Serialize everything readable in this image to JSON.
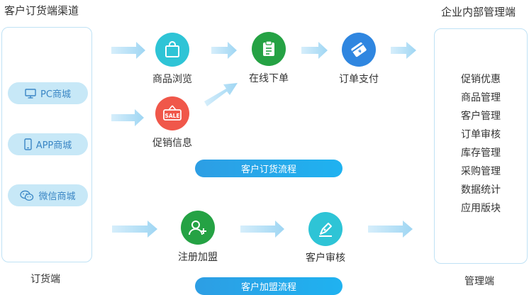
{
  "left_title": "客户订货端渠道",
  "right_title": "企业内部管理端",
  "channels": [
    {
      "label": "PC商城",
      "icon": "monitor-icon"
    },
    {
      "label": "APP商城",
      "icon": "phone-icon"
    },
    {
      "label": "微信商城",
      "icon": "wechat-icon"
    }
  ],
  "left_footer": "订货端",
  "right_footer": "管理端",
  "order_flow": {
    "steps": [
      {
        "label": "商品浏览",
        "color": "#2ec4d6",
        "icon": "shopping-bag-icon"
      },
      {
        "label": "促销信息",
        "color": "#f0574a",
        "icon": "sale-tag-icon"
      },
      {
        "label": "在线下单",
        "color": "#25a244",
        "icon": "clipboard-icon"
      },
      {
        "label": "订单支付",
        "color": "#2f86e0",
        "icon": "payment-card-icon"
      }
    ],
    "title": "客户订货流程"
  },
  "join_flow": {
    "steps": [
      {
        "label": "注册加盟",
        "color": "#25a244",
        "icon": "add-user-icon"
      },
      {
        "label": "客户审核",
        "color": "#2ec4d6",
        "icon": "pen-icon"
      }
    ],
    "title": "客户加盟流程"
  },
  "management_items": [
    "促销优惠",
    "商品管理",
    "客户管理",
    "订单审核",
    "库存管理",
    "采购管理",
    "数据统计",
    "应用版块"
  ]
}
